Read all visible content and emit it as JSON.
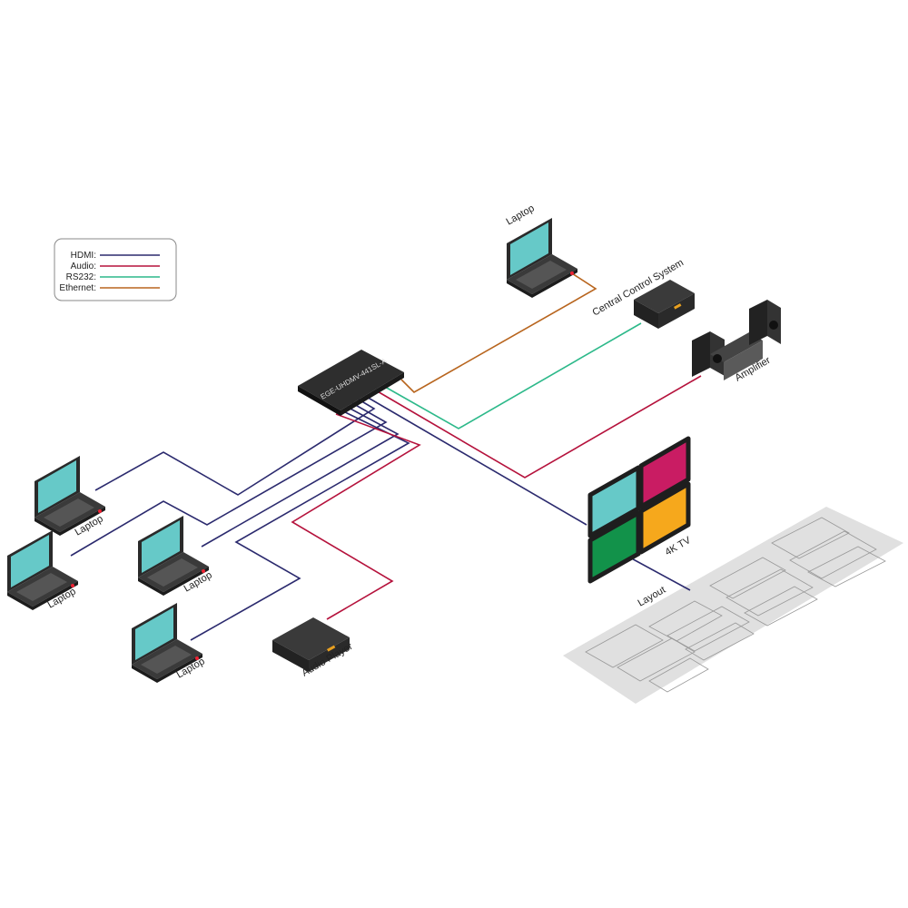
{
  "legend": {
    "items": [
      {
        "label": "HDMI:",
        "color": "#2b2a6e"
      },
      {
        "label": "Audio:",
        "color": "#b5123c"
      },
      {
        "label": "RS232:",
        "color": "#2db98a"
      },
      {
        "label": "Ethernet:",
        "color": "#b8651e"
      }
    ]
  },
  "device": {
    "label": "EGE-UHDMV-441SL-A"
  },
  "nodes": {
    "laptop_top": "Laptop",
    "central": "Central Control System",
    "amplifier": "Amplifier",
    "tv": "4K TV",
    "layout": "Layout",
    "laptop1": "Laptop",
    "laptop2": "Laptop",
    "laptop3": "Laptop",
    "laptop4": "Laptop",
    "audio_player": "Audio Player"
  },
  "tv_colors": [
    "#66c9c8",
    "#c91c63",
    "#12924a",
    "#f6a81c"
  ]
}
